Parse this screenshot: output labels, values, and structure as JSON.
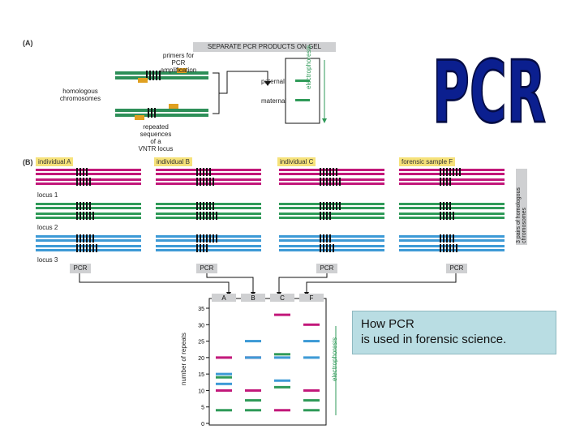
{
  "title": "PCR",
  "caption": {
    "line1": "How PCR",
    "line2": "is used in forensic science."
  },
  "panel_a": {
    "label": "(A)",
    "gel_header": "SEPARATE PCR PRODUCTS ON GEL",
    "primers_label": [
      "primers for",
      "PCR",
      "amplification"
    ],
    "homologous_label": [
      "homologous",
      "chromosomes"
    ],
    "repeated_label": [
      "repeated",
      "sequences",
      "of a",
      "VNTR locus"
    ],
    "paternal": "paternal",
    "maternal": "maternal",
    "electrophoresis": "electrophoresis"
  },
  "panel_b": {
    "label": "(B)",
    "individuals": [
      "individual A",
      "individual B",
      "individual C",
      "forensic sample F"
    ],
    "loci": [
      "locus 1",
      "locus 2",
      "locus 3"
    ],
    "pcr_label": "PCR",
    "side_label": "3 pairs of homologous chromosomes"
  },
  "gel": {
    "lanes": [
      "A",
      "B",
      "C",
      "F"
    ],
    "ylabel": "number of repeats",
    "yticks": [
      0,
      5,
      10,
      15,
      20,
      25,
      30,
      35
    ],
    "electrophoresis": "electrophoresis",
    "colors": {
      "magenta": "#c2187a",
      "blue": "#3d9ad6",
      "green": "#2f9a58"
    }
  }
}
